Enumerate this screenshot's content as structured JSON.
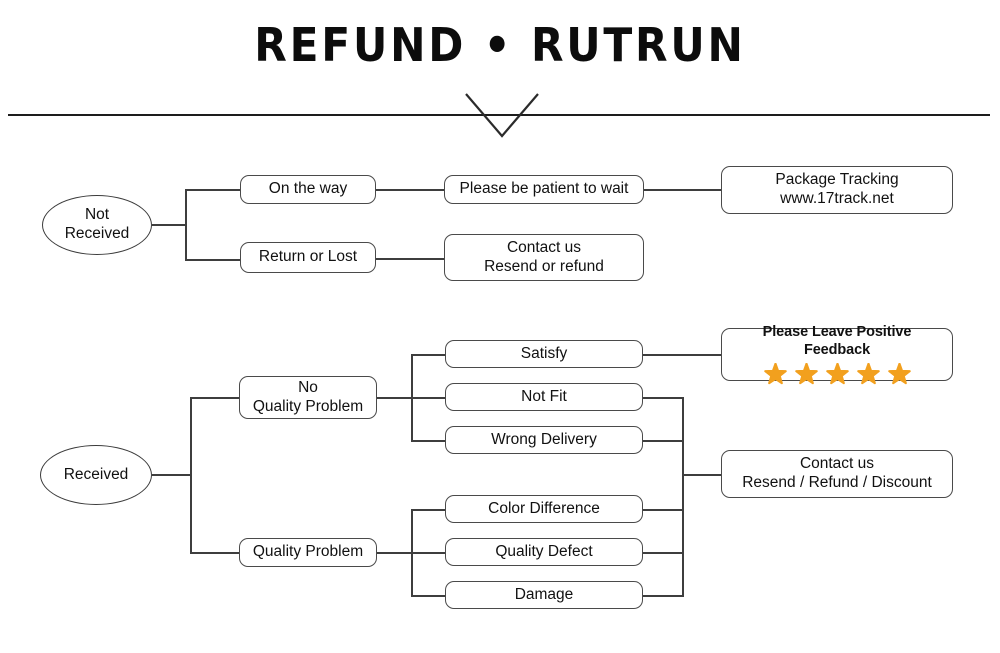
{
  "title": "REFUND • RUTRUN",
  "colors": {
    "star": "#F2A01E",
    "line": "#3e3e3e",
    "box_border": "#4a4a4a",
    "rule": "#1d1d1d",
    "text": "#111111",
    "background": "#ffffff"
  },
  "divider": {
    "icon": "chevron-down-icon"
  },
  "flow_not_received": {
    "root": "Not\nReceived",
    "branches": [
      {
        "label": "On the way",
        "next": "Please be patient to wait",
        "final": "Package Tracking\nwww.17track.net"
      },
      {
        "label": "Return or Lost",
        "next": "Contact us\nResend or refund"
      }
    ]
  },
  "flow_received": {
    "root": "Received",
    "branches": [
      {
        "label": "No\nQuality Problem",
        "reasons": [
          "Satisfy",
          "Not Fit",
          "Wrong Delivery"
        ]
      },
      {
        "label": "Quality Problem",
        "reasons": [
          "Color Difference",
          "Quality Defect",
          "Damage"
        ]
      }
    ],
    "outcomes": {
      "feedback": {
        "text": "Please Leave Positive Feedback",
        "stars": 5,
        "star_icon": "star-icon"
      },
      "contact": "Contact us\nResend / Refund / Discount"
    }
  }
}
